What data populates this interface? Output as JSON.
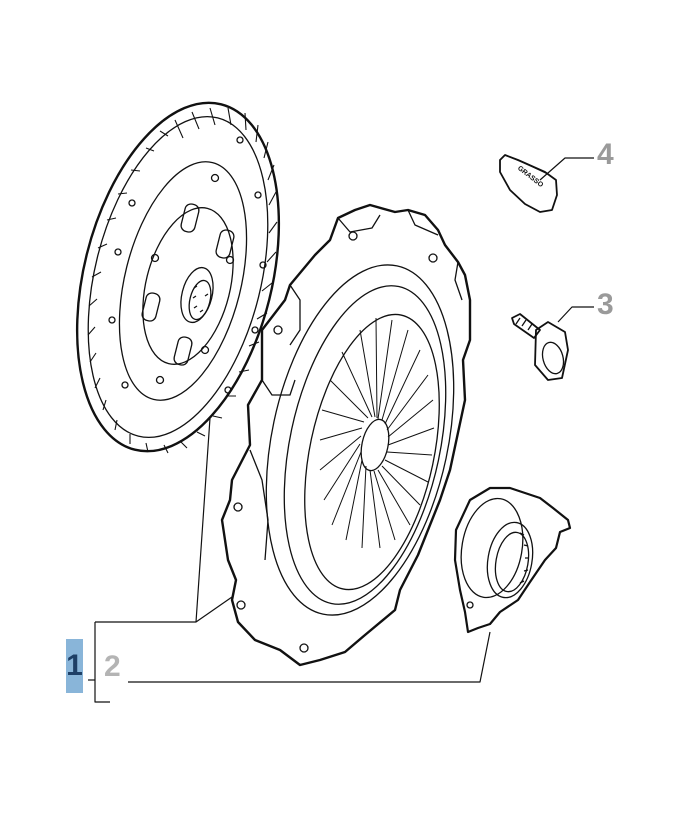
{
  "callouts": [
    {
      "id": "1",
      "label": "1",
      "highlighted": true
    },
    {
      "id": "2",
      "label": "2",
      "highlighted": false
    },
    {
      "id": "3",
      "label": "3",
      "highlighted": false
    },
    {
      "id": "4",
      "label": "4",
      "highlighted": false
    }
  ],
  "grease_tube_label": "GRASSO",
  "colors": {
    "line": "#111111",
    "callout_highlight_bg": "#89b5d9",
    "callout_highlight_text": "#1e3f66",
    "callout_text": "#9a9a9a"
  }
}
